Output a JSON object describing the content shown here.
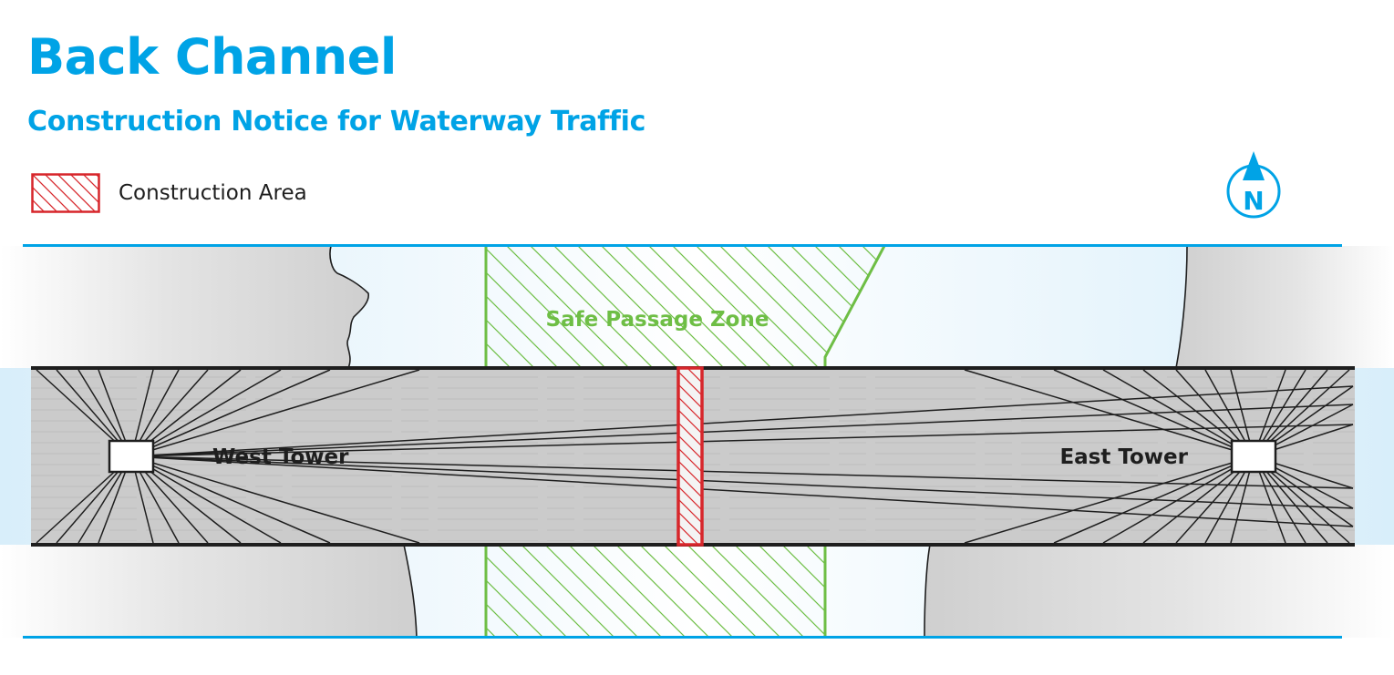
{
  "header": {
    "title": "Back Channel",
    "subtitle": "Construction Notice for Waterway Traffic"
  },
  "legend": {
    "items": [
      {
        "label": "Construction Area",
        "symbol": "red-hatch-icon"
      }
    ]
  },
  "compass": {
    "letter": "N",
    "icon": "north-arrow-icon"
  },
  "map": {
    "zones": {
      "safe_passage": "Safe Passage Zone"
    },
    "towers": {
      "west": "West Tower",
      "east": "East Tower"
    }
  },
  "colors": {
    "accent_blue": "#00a3e6",
    "construction_red": "#d7262b",
    "safe_green": "#6ebe45",
    "water": "#e6f4fc",
    "bridge_deck": "#cbcbcb",
    "land": "#d9d9d9"
  }
}
